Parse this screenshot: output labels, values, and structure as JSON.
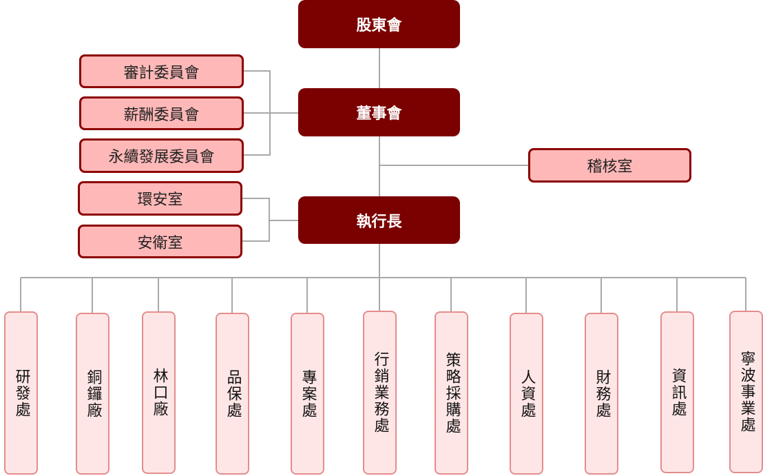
{
  "top": {
    "shareholders": "股東會",
    "board": "董事會",
    "ceo": "執行長"
  },
  "committees": [
    "審計委員會",
    "薪酬委員會",
    "永續發展委員會"
  ],
  "audit_office": "稽核室",
  "safety_units": [
    "環安室",
    "安衛室"
  ],
  "departments": [
    "研發處",
    "銅鑼廠",
    "林口廠",
    "品保處",
    "專案處",
    "行銷業務處",
    "策略採購處",
    "人資處",
    "財務處",
    "資訊處",
    "寧波事業處"
  ],
  "colors": {
    "executive_fill": "#7b0000",
    "side_fill": "#ffb8b8",
    "side_border": "#8b0000",
    "department_fill": "#ffe6e6",
    "department_border": "#e48c8c",
    "connector": "#a8a8a8"
  }
}
